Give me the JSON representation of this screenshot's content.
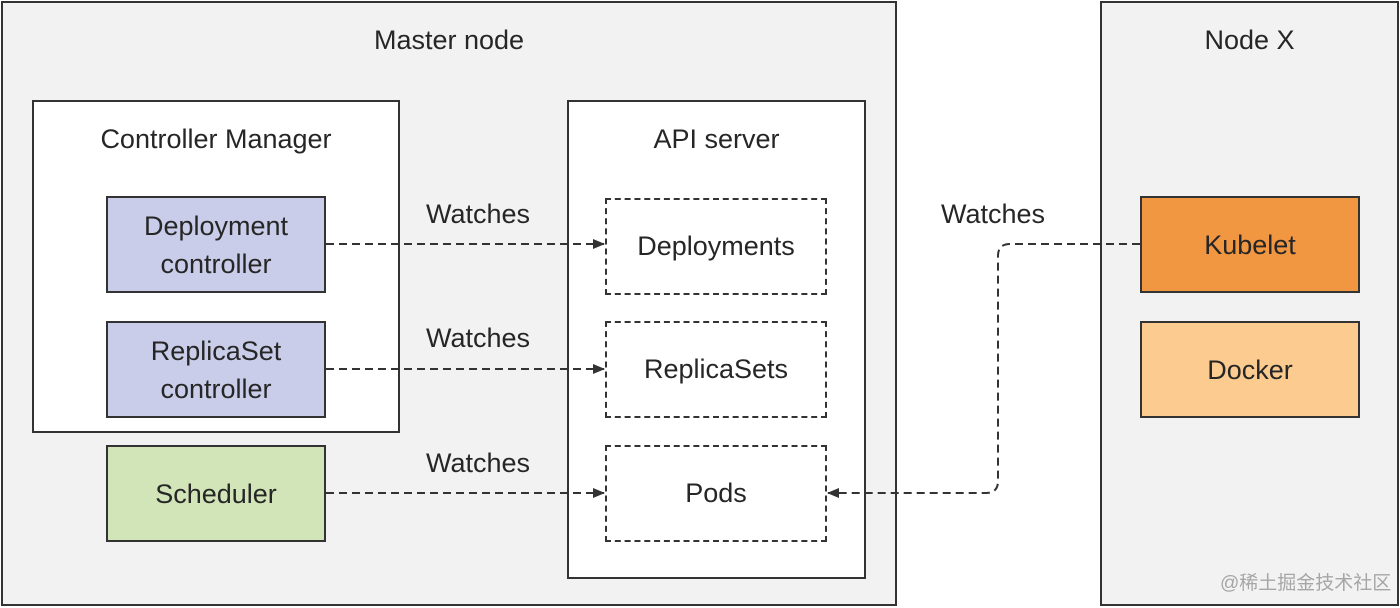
{
  "master_node": {
    "title": "Master node",
    "controller_manager": {
      "title": "Controller Manager",
      "deployment_controller": "Deployment controller",
      "replicaset_controller": "ReplicaSet controller"
    },
    "scheduler": "Scheduler",
    "api_server": {
      "title": "API server",
      "resources": [
        "Deployments",
        "ReplicaSets",
        "Pods"
      ]
    }
  },
  "node_x": {
    "title": "Node X",
    "kubelet": "Kubelet",
    "docker": "Docker"
  },
  "edges": [
    {
      "from": "Deployment controller",
      "to": "Deployments",
      "label": "Watches"
    },
    {
      "from": "ReplicaSet controller",
      "to": "ReplicaSets",
      "label": "Watches"
    },
    {
      "from": "Scheduler",
      "to": "Pods",
      "label": "Watches"
    },
    {
      "from": "Kubelet",
      "to": "Pods",
      "label": "Watches"
    }
  ],
  "colors": {
    "controller_fill": "#c9cde9",
    "scheduler_fill": "#d2e5b8",
    "kubelet_fill": "#f19641",
    "docker_fill": "#fbcb8f",
    "container_fill": "#f2f2f2"
  },
  "watermark": "@稀土掘金技术社区"
}
